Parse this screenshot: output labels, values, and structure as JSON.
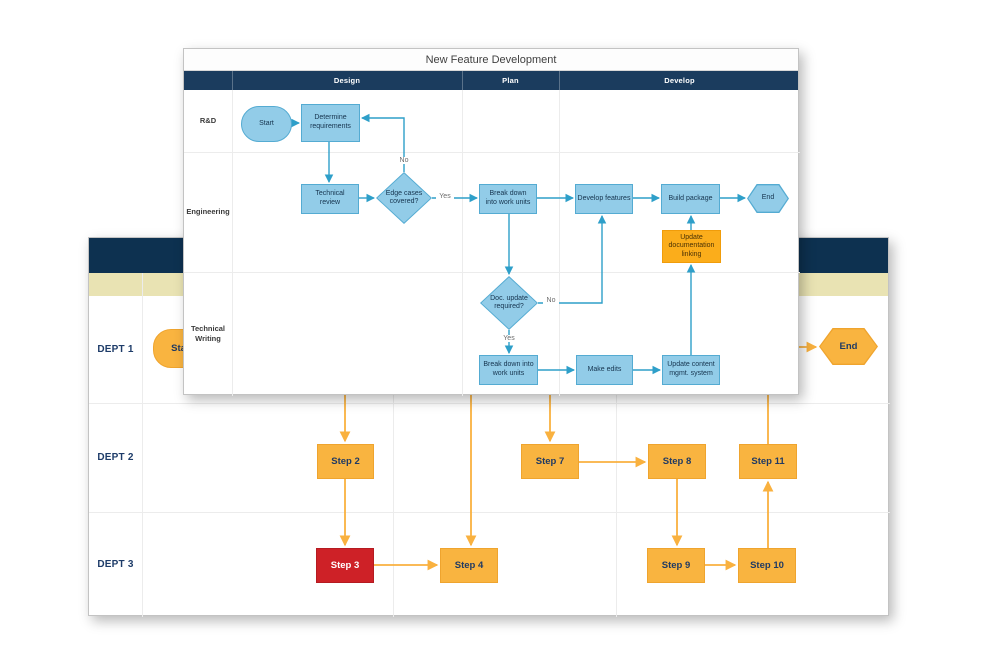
{
  "foreground": {
    "title": "New Feature Development",
    "columns": {
      "c1": "Design",
      "c2": "Plan",
      "c3": "Develop"
    },
    "rows": {
      "r1": "R&D",
      "r2": "Engineering",
      "r3": "Technical Writing"
    },
    "nodes": {
      "start": "Start",
      "determine": "Determine requirements",
      "review": "Technical review",
      "edge_cases": "Edge cases covered?",
      "breakdown_eng": "Break down into work units",
      "develop": "Develop features",
      "build": "Build package",
      "end": "End",
      "doc_update": "Doc. update required?",
      "breakdown_tw": "Break down into work units",
      "make_edits": "Make edits",
      "update_cms": "Update content mgmt. system",
      "update_doc": "Update documentation linking"
    },
    "labels": {
      "no_loop": "No",
      "yes_edge": "Yes",
      "no_doc": "No",
      "yes_doc": "Yes"
    }
  },
  "background": {
    "rows": {
      "r1": "DEPT 1",
      "r2": "DEPT 2",
      "r3": "DEPT 3"
    },
    "nodes": {
      "start": "Start",
      "step2": "Step 2",
      "step3": "Step 3",
      "step4": "Step 4",
      "step7": "Step 7",
      "step8": "Step 8",
      "step9": "Step 9",
      "step10": "Step 10",
      "step11": "Step 11",
      "end": "End"
    }
  },
  "colors": {
    "fg_header_navy": "#1b3c5e",
    "bg_header_navy": "#0d3150",
    "phase_band_tan": "#e9e3b3",
    "shape_blue_fill": "#92cce8",
    "shape_blue_border": "#54abd2",
    "connector_blue": "#2e9fc9",
    "shape_orange_fill": "#f9b440",
    "shape_orange_border": "#efa42e",
    "connector_orange": "#f9b13f",
    "highlight_orange": "#fbad1b",
    "alert_red": "#ce2127",
    "step_text_navy": "#203a63"
  }
}
